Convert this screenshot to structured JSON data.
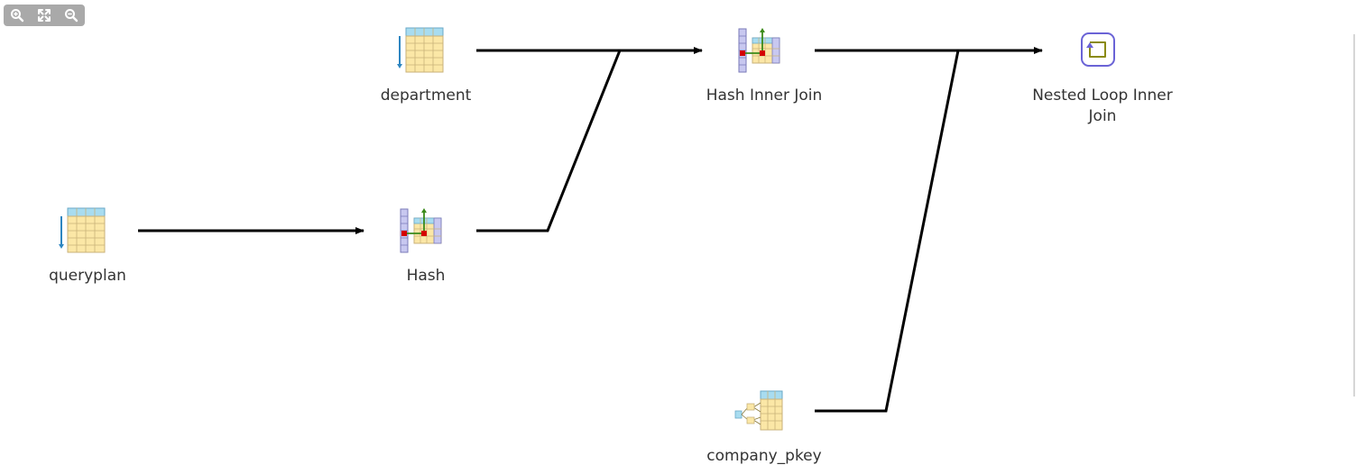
{
  "toolbar": {
    "buttons": [
      {
        "name": "zoom-in-button",
        "icon": "zoom-in-icon"
      },
      {
        "name": "fit-screen-button",
        "icon": "expand-icon"
      },
      {
        "name": "zoom-out-button",
        "icon": "zoom-out-icon"
      }
    ]
  },
  "nodes": {
    "department": {
      "label": "department",
      "icon": "table-scan-icon"
    },
    "queryplan": {
      "label": "queryplan",
      "icon": "table-scan-icon"
    },
    "hash": {
      "label": "Hash",
      "icon": "hash-icon"
    },
    "hash_join": {
      "label": "Hash Inner Join",
      "icon": "hash-join-icon"
    },
    "nested_loop": {
      "label_line1": "Nested Loop Inner",
      "label_line2": "Join",
      "icon": "nested-loop-icon"
    },
    "company_pkey": {
      "label": "company_pkey",
      "icon": "index-scan-icon"
    }
  },
  "colors": {
    "edge": "#000000",
    "toolbar": "#a9a9a9",
    "table_header": "#a8dcf0",
    "table_body": "#fbe7a6",
    "table_grid": "#c9b27a",
    "scan_arrow": "#2e86c1",
    "hash_column": "#c8c8f0",
    "hash_red": "#d40000",
    "hash_green": "#3a8a1a",
    "nested_loop": "#6a63d6",
    "nested_loop_inner": "#8a8a10"
  }
}
